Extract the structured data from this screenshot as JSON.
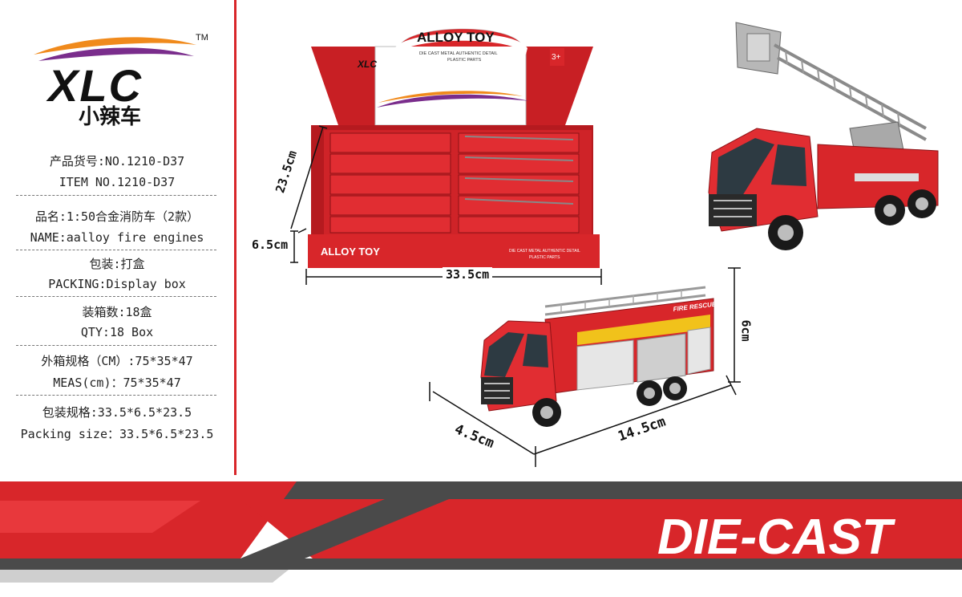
{
  "brand": {
    "logo_text": "XLC",
    "tm": "TM",
    "chinese_name": "小辣车"
  },
  "specs": [
    {
      "cn": "产品货号:NO.1210-D37",
      "en": "ITEM NO.1210-D37"
    },
    {
      "cn": "品名:1:50合金消防车（2款）",
      "en": "NAME:aalloy fire engines"
    },
    {
      "cn": "包装:打盒",
      "en": "PACKING:Display box"
    },
    {
      "cn": "装箱数:18盒",
      "en": "QTY:18 Box"
    },
    {
      "cn": "外箱规格（CM）:75*35*47",
      "en": "MEAS(cm)：75*35*47"
    },
    {
      "cn": "包装规格:33.5*6.5*23.5",
      "en": "Packing size：33.5*6.5*23.5"
    }
  ],
  "box": {
    "lid_title": "ALLOY TOY",
    "lid_sub1": "DIE CAST METAL  AUTHENTIC DETAIL",
    "lid_sub2": "PLASTIC PARTS",
    "age_badge": "3+",
    "mini_logo": "XLC",
    "front_title": "ALLOY TOY",
    "front_sub1": "DIE CAST METAL  AUTHENTIC DETAIL",
    "front_sub2": "PLASTIC PARTS"
  },
  "dimensions": {
    "box_depth": "23.5cm",
    "box_height": "6.5cm",
    "box_width": "33.5cm",
    "truck_height": "6cm",
    "truck_width": "4.5cm",
    "truck_length": "14.5cm"
  },
  "truck_label": "FIRE RESCUE",
  "banner": {
    "text": "DIE-CAST"
  },
  "colors": {
    "brand_red": "#d8262a",
    "banner_gray": "#4a4a4a",
    "swoosh_purple": "#7a2d8c",
    "swoosh_orange": "#f08a1c"
  }
}
